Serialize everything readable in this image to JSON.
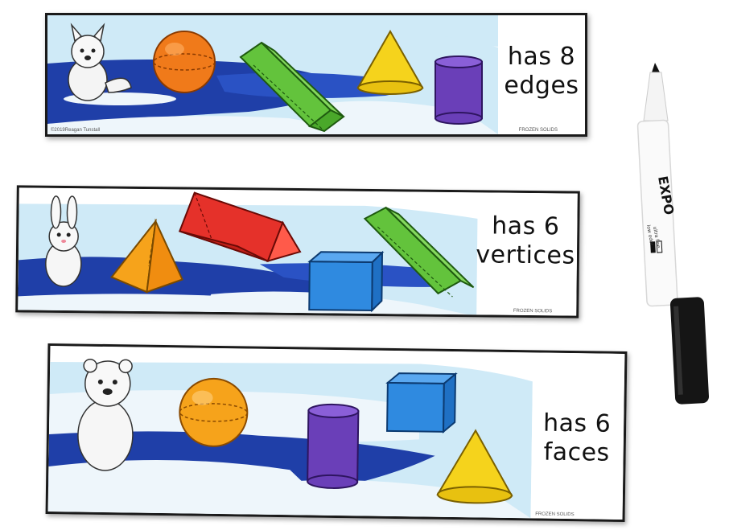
{
  "cards": [
    {
      "line1": "has 8",
      "line2": "edges",
      "footer_left": "©2019Reagan Tunstall",
      "footer_right": "FROZEN SOLIDS",
      "animal": "arctic-fox",
      "shapes": [
        "orange-sphere",
        "green-rectangular-prism",
        "yellow-cone",
        "purple-cylinder"
      ]
    },
    {
      "line1": "has 6",
      "line2": "vertices",
      "footer_right": "FROZEN SOLIDS",
      "animal": "arctic-hare",
      "shapes": [
        "orange-square-pyramid",
        "red-triangular-prism",
        "blue-cube",
        "green-rectangular-prism"
      ]
    },
    {
      "line1": "has 6",
      "line2": "faces",
      "footer_right": "FROZEN SOLIDS",
      "animal": "polar-bear",
      "shapes": [
        "orange-sphere",
        "purple-cylinder",
        "blue-cube",
        "yellow-cone"
      ]
    }
  ],
  "marker": {
    "brand": "EXPO",
    "text1": "low odor",
    "text2": "ultra fine"
  },
  "colors": {
    "water": "#1f3fa8",
    "sky": "#cfeaf7",
    "ice": "#eef6fb",
    "sphere": "#f07a1a",
    "prism_green": "#63c33c",
    "cone": "#f5d31c",
    "cylinder": "#6a3fb8",
    "prism_red": "#e5312a",
    "cube": "#2f8ae0",
    "pyramid": "#f6a31b"
  }
}
